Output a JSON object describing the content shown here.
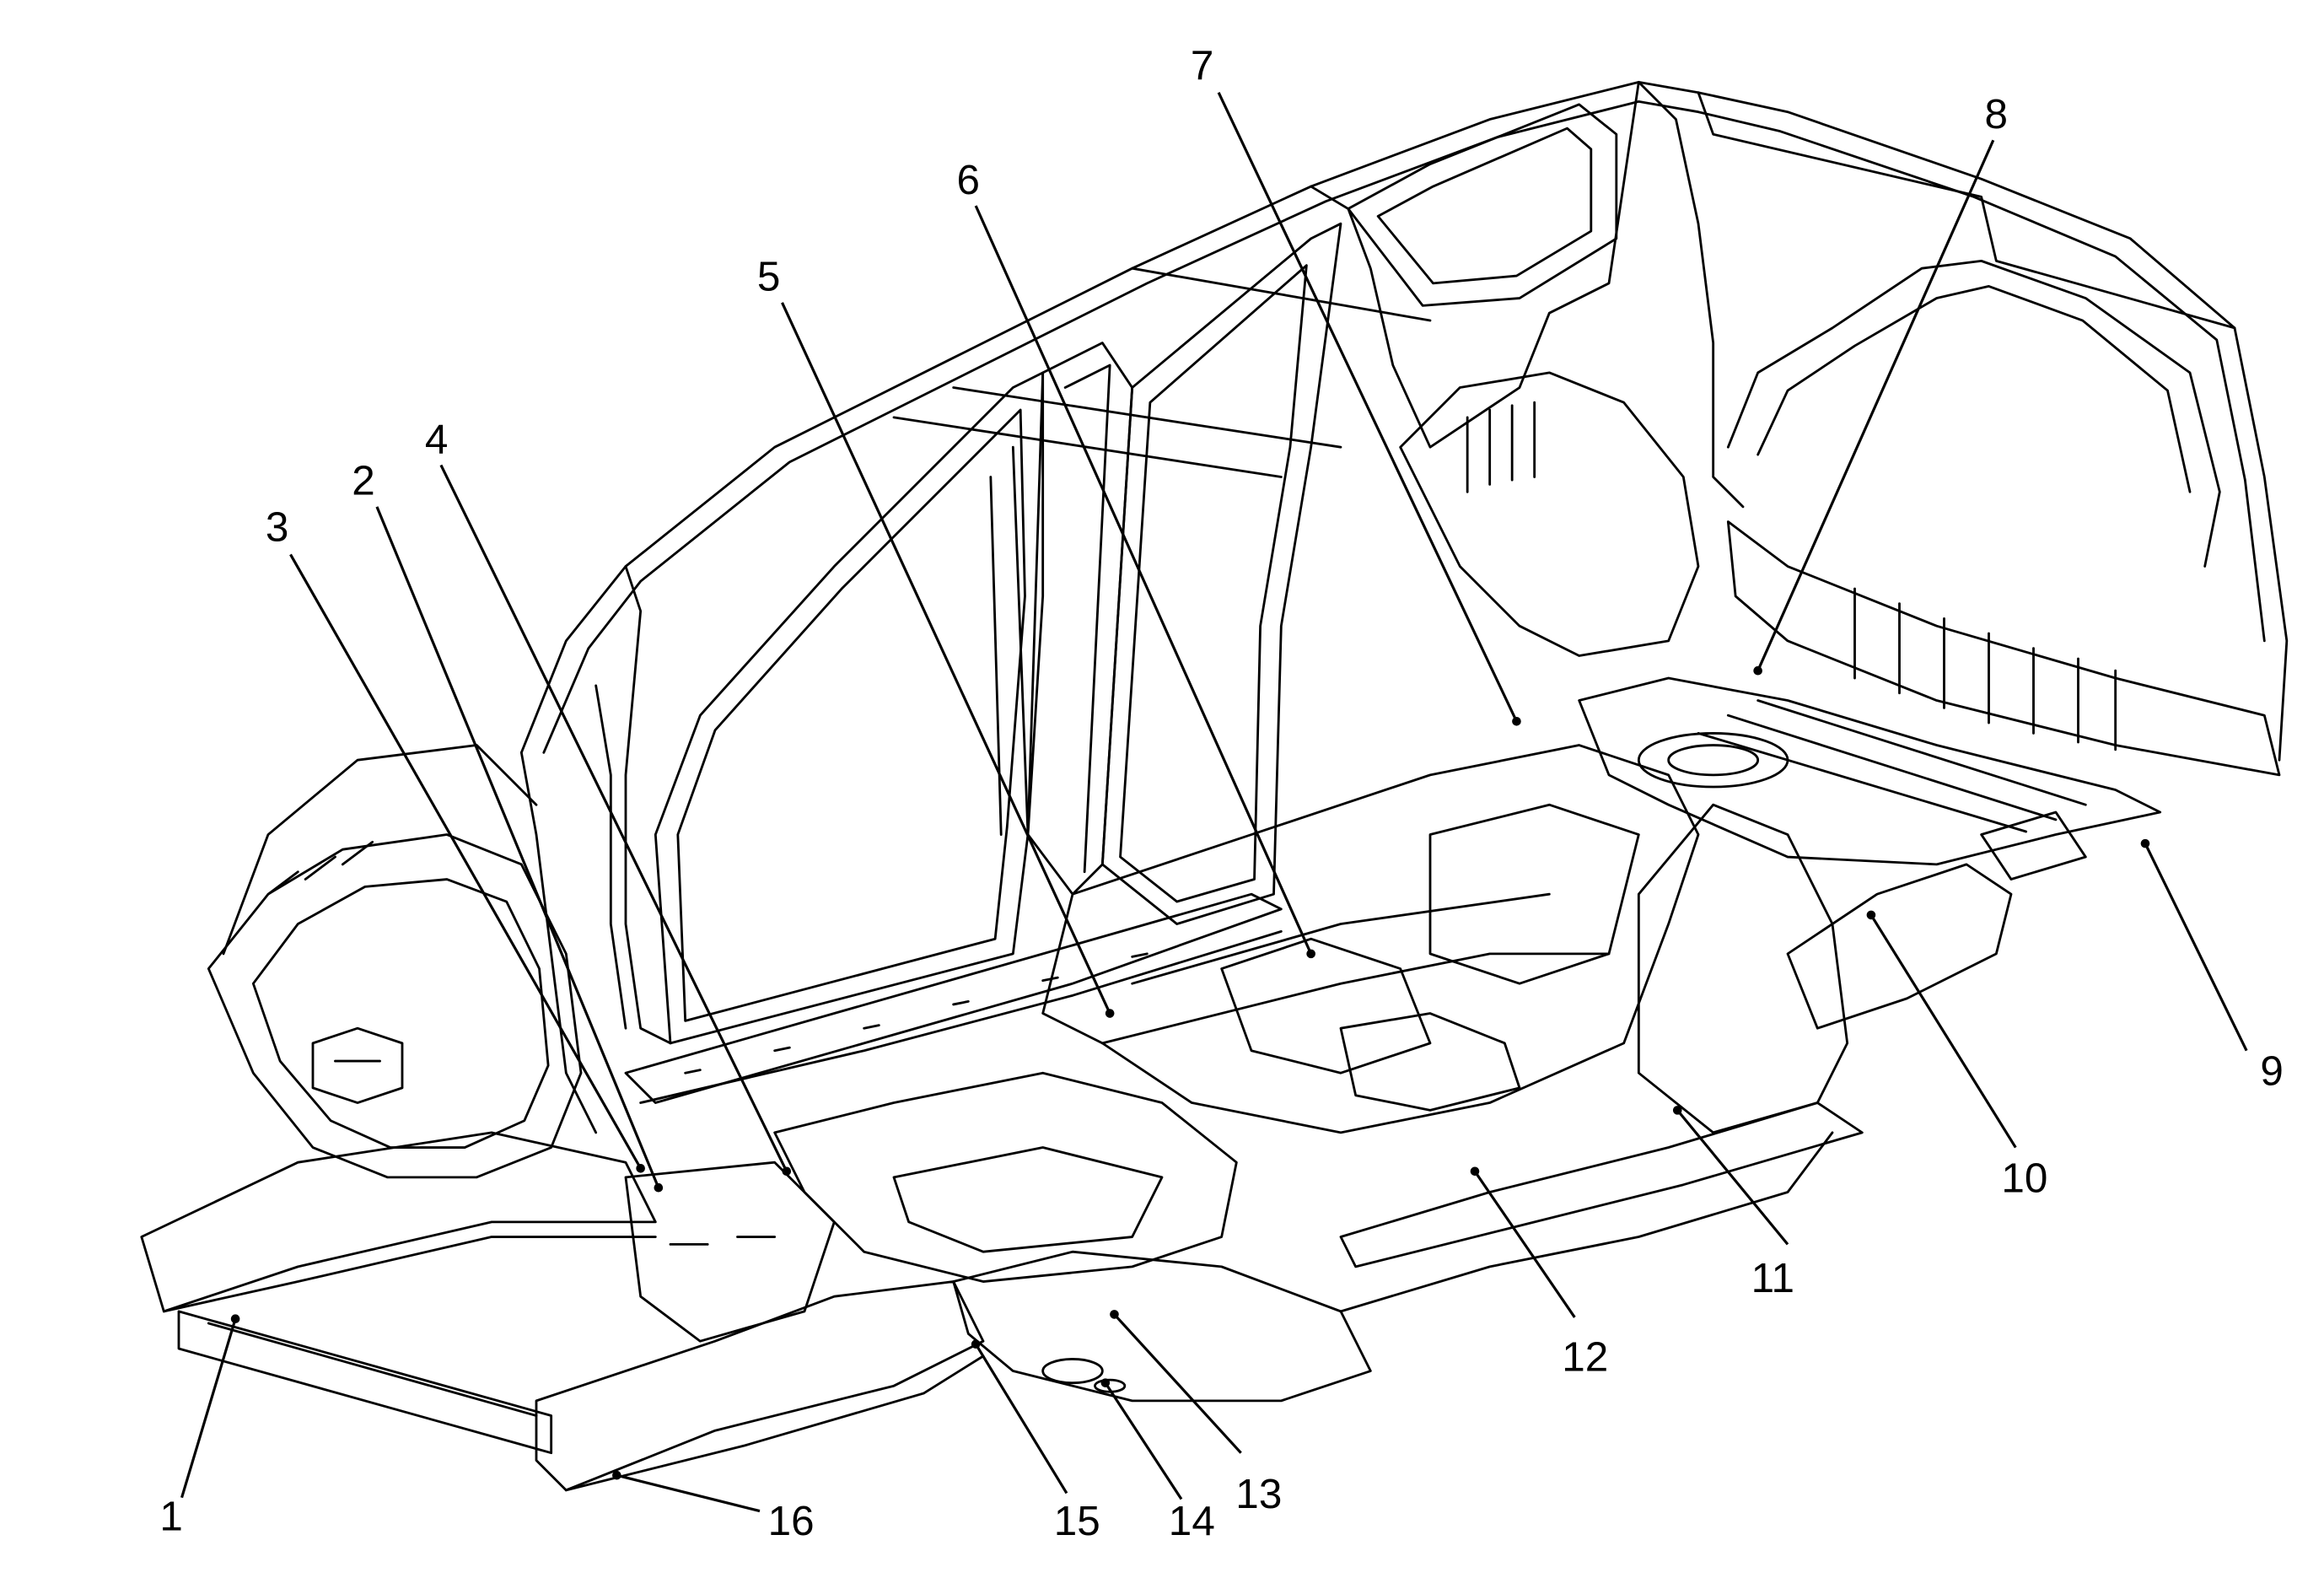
{
  "diagram": {
    "callouts": [
      {
        "id": "1",
        "label": "1"
      },
      {
        "id": "2",
        "label": "2"
      },
      {
        "id": "3",
        "label": "3"
      },
      {
        "id": "4",
        "label": "4"
      },
      {
        "id": "5",
        "label": "5"
      },
      {
        "id": "6",
        "label": "6"
      },
      {
        "id": "7",
        "label": "7"
      },
      {
        "id": "8",
        "label": "8"
      },
      {
        "id": "9",
        "label": "9"
      },
      {
        "id": "10",
        "label": "10"
      },
      {
        "id": "11",
        "label": "11"
      },
      {
        "id": "12",
        "label": "12"
      },
      {
        "id": "13",
        "label": "13"
      },
      {
        "id": "14",
        "label": "14"
      },
      {
        "id": "15",
        "label": "15"
      },
      {
        "id": "16",
        "label": "16"
      }
    ],
    "line_color": "#000000",
    "background_color": "#ffffff"
  }
}
